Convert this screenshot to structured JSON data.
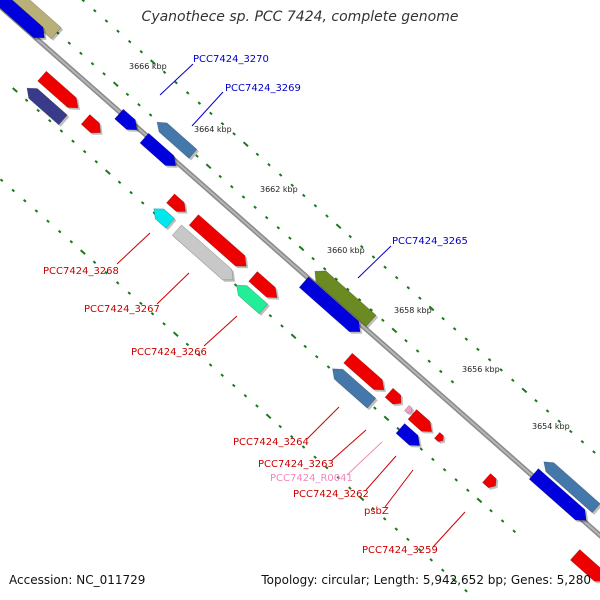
{
  "title": "Cyanothece sp. PCC 7424, complete genome",
  "footer": {
    "accession": "Accession: NC_011729",
    "topology": "Topology: circular; Length: 5,942,652 bp; Genes: 5,280"
  },
  "colors": {
    "backbone": "#888888",
    "tick": "#1a7a1a",
    "label_blue": "#0000cc",
    "label_red": "#cc0000",
    "label_pink": "#ee88bb"
  },
  "kbp_ticks": [
    "3666 kbp",
    "3664 kbp",
    "3662 kbp",
    "3660 kbp",
    "3658 kbp",
    "3656 kbp",
    "3654 kbp"
  ],
  "gene_labels": [
    {
      "text": "PCC7424_3270",
      "color": "blue"
    },
    {
      "text": "PCC7424_3269",
      "color": "blue"
    },
    {
      "text": "PCC7424_3265",
      "color": "blue"
    },
    {
      "text": "PCC7424_3268",
      "color": "red"
    },
    {
      "text": "PCC7424_3267",
      "color": "red"
    },
    {
      "text": "PCC7424_3266",
      "color": "red"
    },
    {
      "text": "PCC7424_3264",
      "color": "red"
    },
    {
      "text": "PCC7424_3263",
      "color": "red"
    },
    {
      "text": "PCC7424_R0041",
      "color": "pink"
    },
    {
      "text": "PCC7424_3262",
      "color": "red"
    },
    {
      "text": "psbZ",
      "color": "red"
    },
    {
      "text": "PCC7424_3259",
      "color": "red"
    }
  ]
}
